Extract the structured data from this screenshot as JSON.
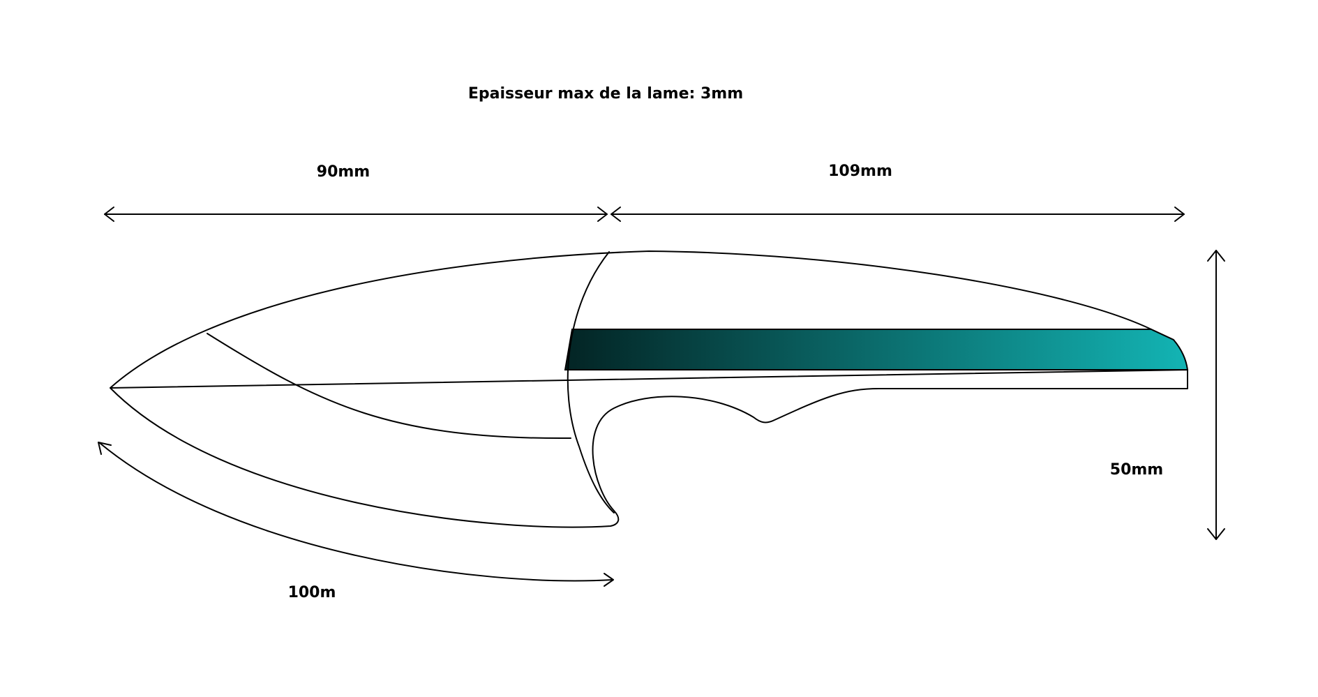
{
  "annotations": {
    "thickness_note": "Epaisseur max de la lame: 3mm",
    "blade_length": "90mm",
    "handle_length": "109mm",
    "height": "50mm",
    "edge_length": "100m"
  },
  "colors": {
    "stroke": "#000000",
    "background": "#ffffff",
    "handle_gradient_start": "#032424",
    "handle_gradient_end": "#13b4b4"
  }
}
